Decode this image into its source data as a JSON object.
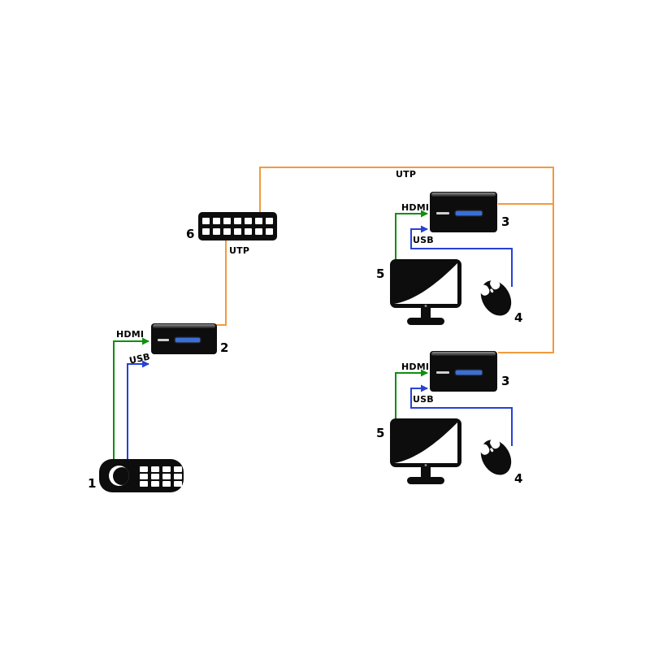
{
  "diagram": {
    "labels": {
      "utp_top": "UTP",
      "utp_drop": "UTP",
      "tx_hdmi": "HDMI",
      "tx_usb": "USB",
      "rx1_hdmi": "HDMI",
      "rx1_usb": "USB",
      "rx2_hdmi": "HDMI",
      "rx2_usb": "USB"
    },
    "numbers": {
      "source": "1",
      "transmitter": "2",
      "receiver_top": "3",
      "mouse_top": "4",
      "monitor_top": "5",
      "switch": "6",
      "receiver_bottom": "3",
      "mouse_bottom": "4",
      "monitor_bottom": "5"
    },
    "switch_ports": 14,
    "colors": {
      "hdmi": "#0f8f0f",
      "usb": "#2741d6",
      "utp": "#f29a3d"
    }
  }
}
